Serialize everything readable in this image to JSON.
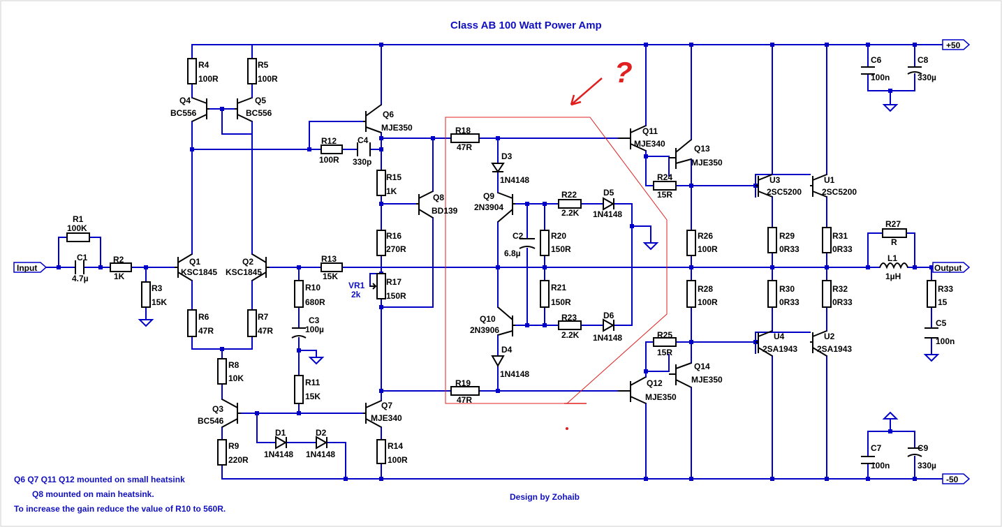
{
  "title": "Class AB 100 Watt Power Amp",
  "ports": {
    "input": "Input",
    "output": "Output",
    "vpos": "+50",
    "vneg": "-50"
  },
  "annotation": {
    "question_mark": "?"
  },
  "notes": [
    "Q6 Q7 Q11 Q12 mounted on small heatsink",
    "Q8 mounted on main heatsink.",
    "To increase the gain reduce the value of R10  to 560R."
  ],
  "credit": "Design by Zohaib",
  "resistors": [
    {
      "ref": "R1",
      "value": "100K"
    },
    {
      "ref": "R2",
      "value": "1K"
    },
    {
      "ref": "R3",
      "value": "15K"
    },
    {
      "ref": "R4",
      "value": "100R"
    },
    {
      "ref": "R5",
      "value": "100R"
    },
    {
      "ref": "R6",
      "value": "47R"
    },
    {
      "ref": "R7",
      "value": "47R"
    },
    {
      "ref": "R8",
      "value": "10K"
    },
    {
      "ref": "R9",
      "value": "220R"
    },
    {
      "ref": "R10",
      "value": "680R"
    },
    {
      "ref": "R11",
      "value": "15K"
    },
    {
      "ref": "R12",
      "value": "100R"
    },
    {
      "ref": "R13",
      "value": "15K"
    },
    {
      "ref": "R14",
      "value": "100R"
    },
    {
      "ref": "R15",
      "value": "1K"
    },
    {
      "ref": "R16",
      "value": "270R"
    },
    {
      "ref": "R17",
      "value": "150R"
    },
    {
      "ref": "R18",
      "value": "47R"
    },
    {
      "ref": "R19",
      "value": "47R"
    },
    {
      "ref": "R20",
      "value": "150R"
    },
    {
      "ref": "R21",
      "value": "150R"
    },
    {
      "ref": "R22",
      "value": "2.2K"
    },
    {
      "ref": "R23",
      "value": "2.2K"
    },
    {
      "ref": "R24",
      "value": "15R"
    },
    {
      "ref": "R25",
      "value": "15R"
    },
    {
      "ref": "R26",
      "value": "100R"
    },
    {
      "ref": "R27",
      "value": "R"
    },
    {
      "ref": "R28",
      "value": "100R"
    },
    {
      "ref": "R29",
      "value": "0R33"
    },
    {
      "ref": "R30",
      "value": "0R33"
    },
    {
      "ref": "R31",
      "value": "0R33"
    },
    {
      "ref": "R32",
      "value": "0R33"
    },
    {
      "ref": "R33",
      "value": "15"
    }
  ],
  "vr1": {
    "ref": "VR1",
    "value": "2k"
  },
  "capacitors": [
    {
      "ref": "C1",
      "value": "4.7µ"
    },
    {
      "ref": "C2",
      "value": "6.8µ"
    },
    {
      "ref": "C3",
      "value": "100µ"
    },
    {
      "ref": "C4",
      "value": "330p"
    },
    {
      "ref": "C5",
      "value": "100n"
    },
    {
      "ref": "C6",
      "value": "100n"
    },
    {
      "ref": "C7",
      "value": "100n"
    },
    {
      "ref": "C8",
      "value": "330µ"
    },
    {
      "ref": "C9",
      "value": "330µ"
    }
  ],
  "inductor": {
    "ref": "L1",
    "value": "1µH"
  },
  "diodes": [
    {
      "ref": "D1",
      "value": "1N4148"
    },
    {
      "ref": "D2",
      "value": "1N4148"
    },
    {
      "ref": "D3",
      "value": "1N4148"
    },
    {
      "ref": "D4",
      "value": "1N4148"
    },
    {
      "ref": "D5",
      "value": "1N4148"
    },
    {
      "ref": "D6",
      "value": "1N4148"
    }
  ],
  "transistors": [
    {
      "ref": "Q1",
      "part": "KSC1845"
    },
    {
      "ref": "Q2",
      "part": "KSC1845"
    },
    {
      "ref": "Q3",
      "part": "BC546"
    },
    {
      "ref": "Q4",
      "part": "BC556"
    },
    {
      "ref": "Q5",
      "part": "BC556"
    },
    {
      "ref": "Q6",
      "part": "MJE350"
    },
    {
      "ref": "Q7",
      "part": "MJE340"
    },
    {
      "ref": "Q8",
      "part": "BD139"
    },
    {
      "ref": "Q9",
      "part": "2N3904"
    },
    {
      "ref": "Q10",
      "part": "2N3906"
    },
    {
      "ref": "Q11",
      "part": "MJE340"
    },
    {
      "ref": "Q12",
      "part": "MJE350"
    },
    {
      "ref": "Q13",
      "part": "MJE350"
    },
    {
      "ref": "Q14",
      "part": "MJE350"
    },
    {
      "ref": "U1",
      "part": "2SC5200"
    },
    {
      "ref": "U2",
      "part": "2SA1943"
    },
    {
      "ref": "U3",
      "part": "2SC5200"
    },
    {
      "ref": "U4",
      "part": "2SA1943"
    }
  ],
  "colors": {
    "wire": "#0000c8",
    "label": "#1010c0",
    "annotation": "#e02020"
  }
}
